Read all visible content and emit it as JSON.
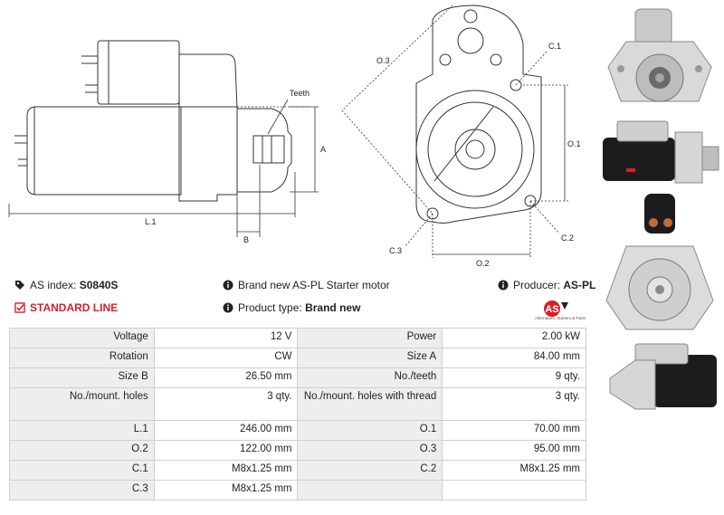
{
  "drawing": {
    "labels": {
      "teeth": "Teeth",
      "a": "A",
      "b": "B",
      "l1": "L.1",
      "o1": "O.1",
      "o2": "O.2",
      "o3": "O.3",
      "c1": "C.1",
      "c2": "C.2",
      "c3": "C.3"
    }
  },
  "info": {
    "as_index_label": "AS index:",
    "as_index_value": "S0840S",
    "standard_line": "STANDARD LINE",
    "brand_desc": "Brand new AS-PL Starter motor",
    "product_type_label": "Product type:",
    "product_type_value": "Brand new",
    "producer_label": "Producer:",
    "producer_value": "AS-PL"
  },
  "logo": {
    "text": "AS",
    "tagline": "Alternators, Starters & Parts"
  },
  "specs": [
    [
      {
        "label": "Voltage",
        "value": "12 V"
      },
      {
        "label": "Power",
        "value": "2.00 kW"
      }
    ],
    [
      {
        "label": "Rotation",
        "value": "CW"
      },
      {
        "label": "Size A",
        "value": "84.00 mm"
      }
    ],
    [
      {
        "label": "Size B",
        "value": "26.50 mm"
      },
      {
        "label": "No./teeth",
        "value": "9 qty."
      }
    ],
    [
      {
        "label": "No./mount. holes",
        "value": "3 qty."
      },
      {
        "label": "No./mount. holes with thread",
        "value": "3 qty."
      }
    ],
    [
      {
        "label": "L.1",
        "value": "246.00 mm"
      },
      {
        "label": "O.1",
        "value": "70.00 mm"
      }
    ],
    [
      {
        "label": "O.2",
        "value": "122.00 mm"
      },
      {
        "label": "O.3",
        "value": "95.00 mm"
      }
    ],
    [
      {
        "label": "C.1",
        "value": "M8x1.25 mm"
      },
      {
        "label": "C.2",
        "value": "M8x1.25 mm"
      }
    ],
    [
      {
        "label": "C.3",
        "value": "M8x1.25 mm"
      },
      {
        "label": "",
        "value": ""
      }
    ]
  ],
  "colors": {
    "accent_red": "#d6202a",
    "label_bg": "#eeeeee",
    "border": "#cfcfcf"
  }
}
